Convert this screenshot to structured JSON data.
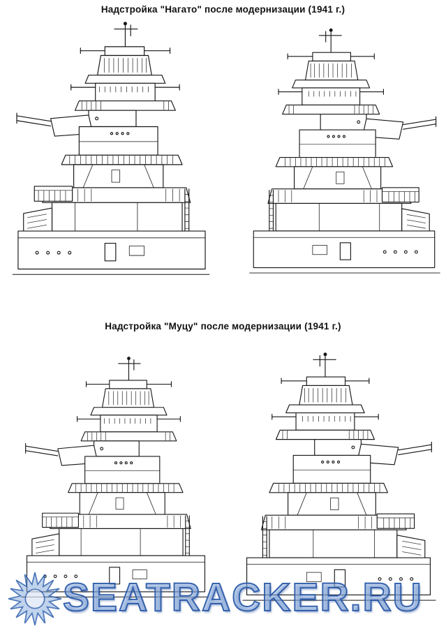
{
  "captions": {
    "nagato": "Надстройка \"Нагато\" после модернизации (1941 г.)",
    "mutsu": "Надстройка \"Муцу\" после модернизации (1941 г.)"
  },
  "watermark": {
    "text": "SEATRACKER.RU"
  },
  "colors": {
    "ink": "#161616",
    "watermark_blue": "#2e5fae"
  }
}
